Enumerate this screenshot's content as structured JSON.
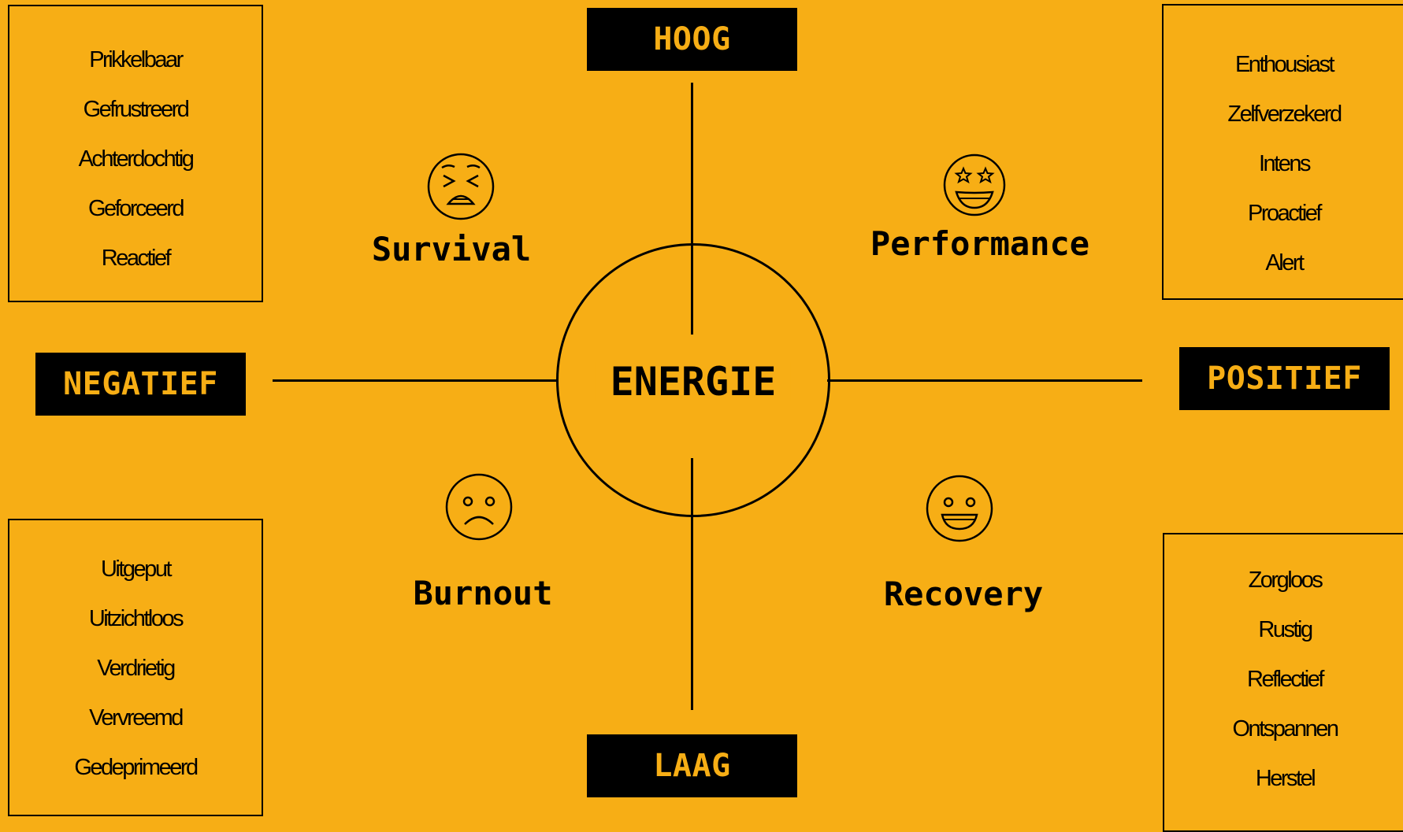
{
  "center": {
    "label": "ENERGIE"
  },
  "axes": {
    "top": "HOOG",
    "bottom": "LAAG",
    "left": "NEGATIEF",
    "right": "POSITIEF"
  },
  "quadrants": {
    "top_left": {
      "label": "Survival",
      "icon": "tired-face-icon",
      "words": [
        "Prikkelbaar",
        "Gefrustreerd",
        "Achterdochtig",
        "Geforceerd",
        "Reactief"
      ]
    },
    "top_right": {
      "label": "Performance",
      "icon": "star-struck-face-icon",
      "words": [
        "Enthousiast",
        "Zelfverzekerd",
        "Intens",
        "Proactief",
        "Alert"
      ]
    },
    "bottom_left": {
      "label": "Burnout",
      "icon": "frowning-face-icon",
      "words": [
        "Uitgeput",
        "Uitzichtloos",
        "Verdrietig",
        "Vervreemd",
        "Gedeprimeerd"
      ]
    },
    "bottom_right": {
      "label": "Recovery",
      "icon": "smiling-face-icon",
      "words": [
        "Zorgloos",
        "Rustig",
        "Reflectief",
        "Ontspannen",
        "Herstel"
      ]
    }
  },
  "colors": {
    "background": "#F7AE15",
    "ink": "#000000"
  }
}
